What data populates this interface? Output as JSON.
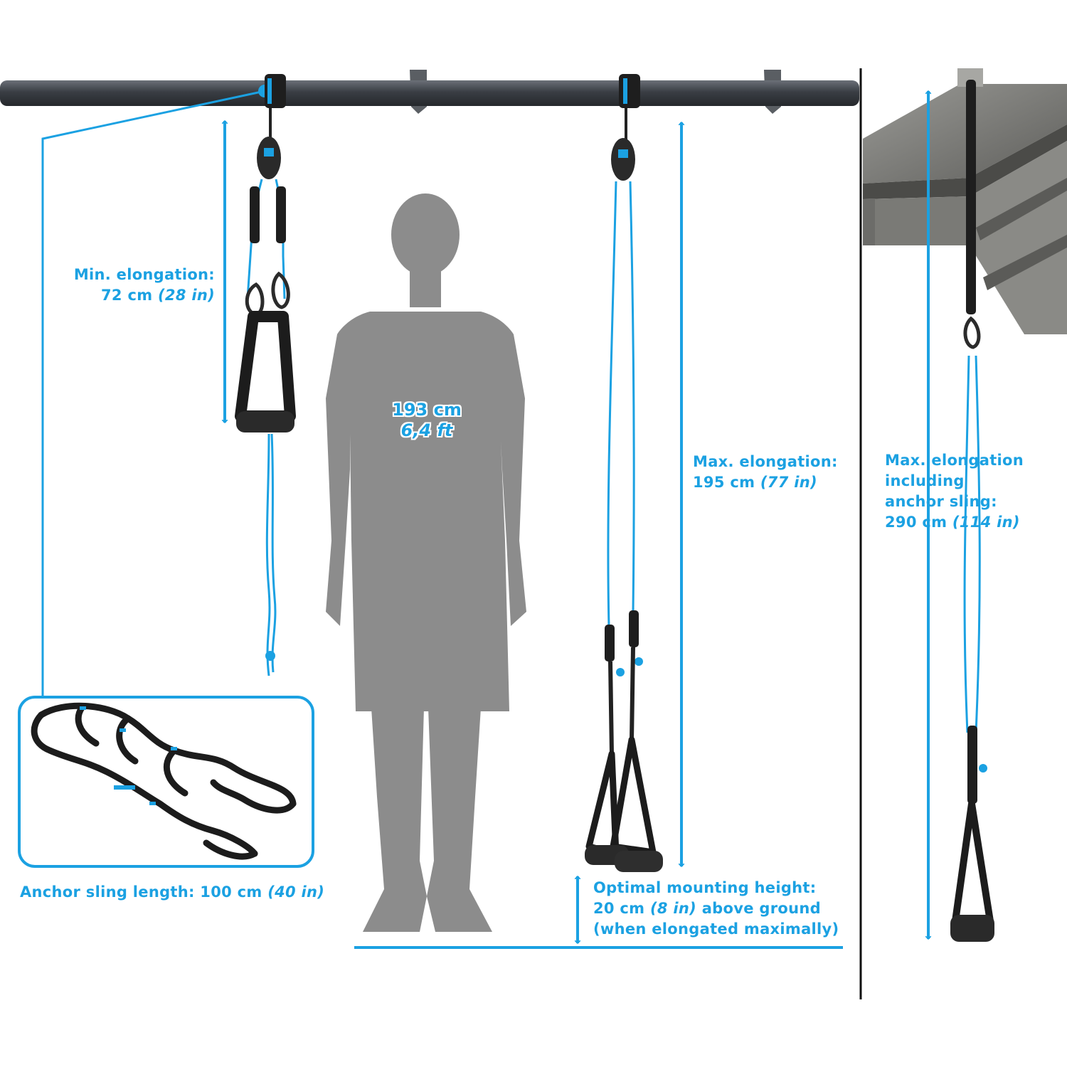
{
  "colors": {
    "accent": "#1ba1e2",
    "silhouette": "#8c8c8c",
    "bar": "#3d4147",
    "strap": "#1f1f1f"
  },
  "person": {
    "height_metric": "193 cm",
    "height_imperial": "6,4 ft"
  },
  "labels": {
    "min_elongation": {
      "line1": "Min. elongation:",
      "value": "72 cm",
      "value_alt": "(28 in)"
    },
    "max_elongation": {
      "line1": "Max. elongation:",
      "value": "195 cm",
      "value_alt": "(77 in)"
    },
    "max_elongation_anchor": {
      "line1": "Max. elongation",
      "line2": "including",
      "line3": "anchor sling:",
      "value": "290 cm",
      "value_alt": "(114 in)"
    },
    "anchor_sling": {
      "prefix": "Anchor sling length: 100 cm",
      "value_alt": "(40 in)"
    },
    "mounting": {
      "line1": "Optimal mounting height:",
      "line2_value": "20 cm",
      "line2_alt": "(8 in)",
      "line2_rest": "above ground",
      "line3": "(when elongated maximally)"
    }
  },
  "icons": [
    "pulley-icon",
    "handle-icon",
    "carabiner-icon",
    "anchor-sling-icon",
    "person-silhouette-icon",
    "double-arrow-icon"
  ]
}
